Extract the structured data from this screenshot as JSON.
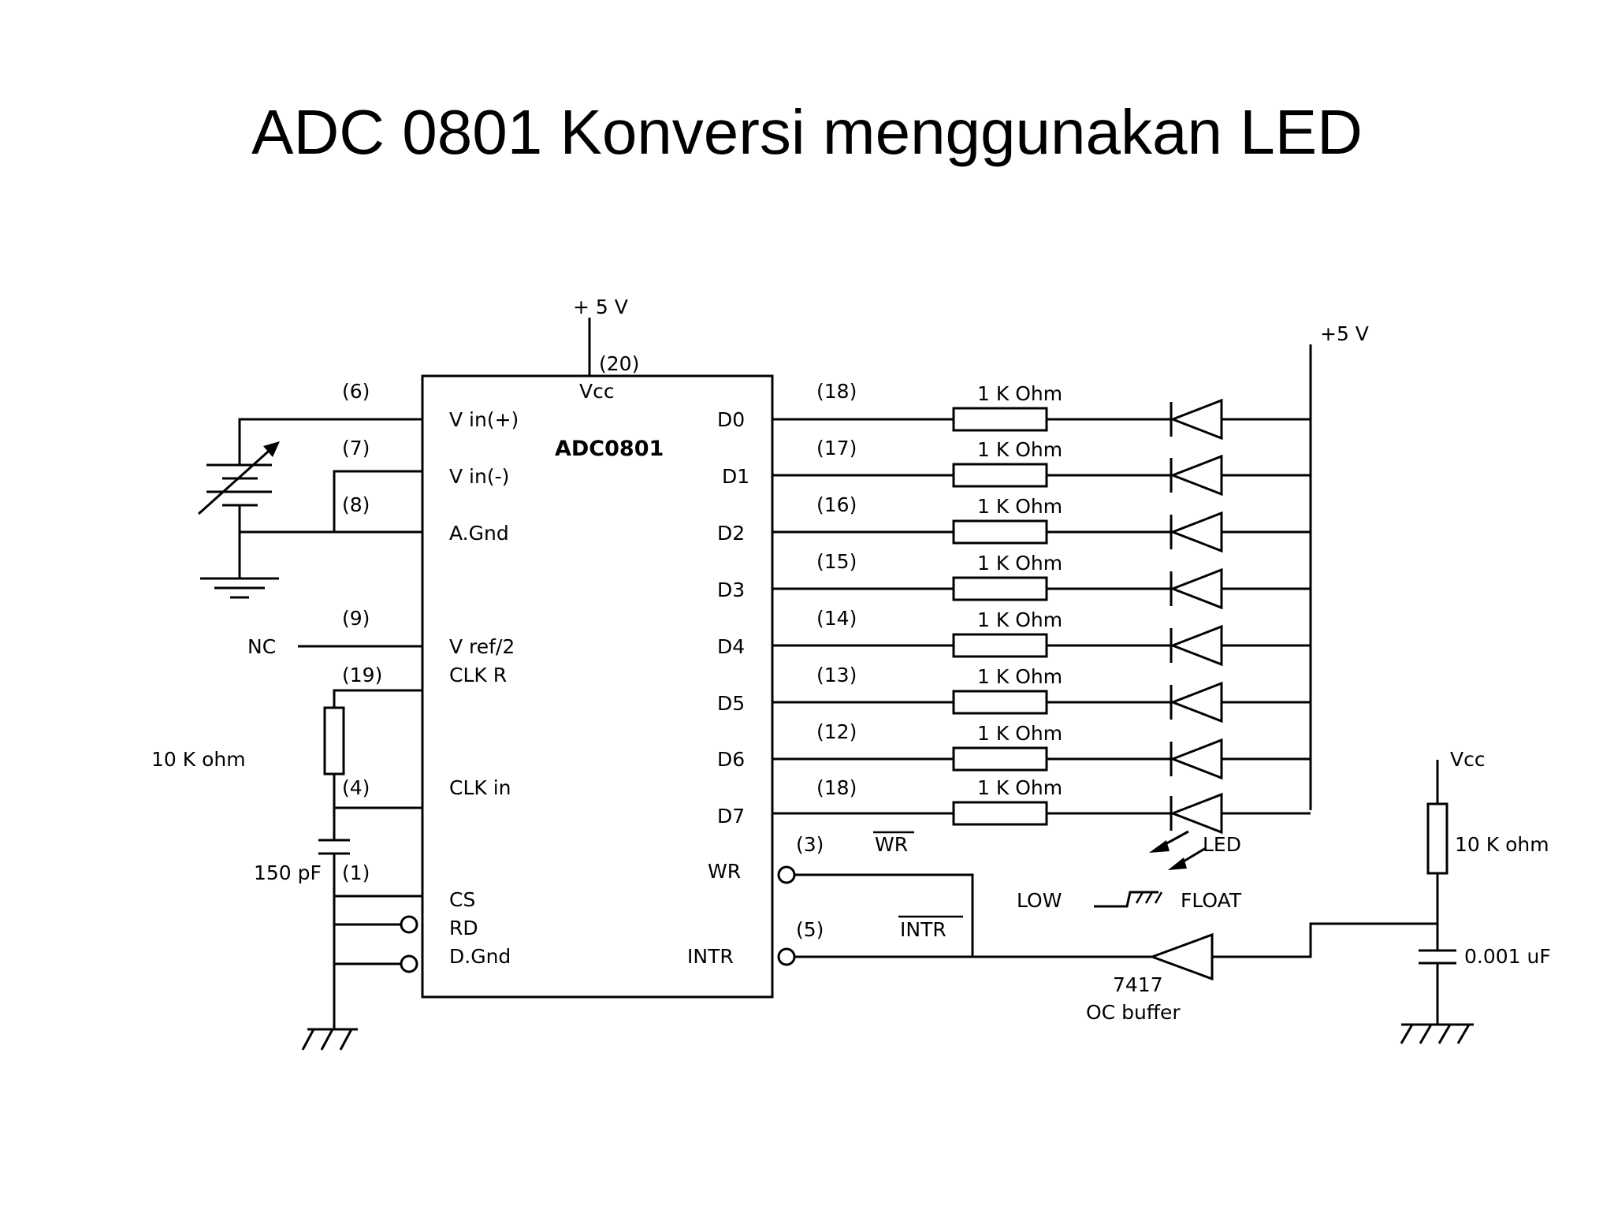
{
  "slide": {
    "title": "ADC 0801 Konversi menggunakan LED"
  },
  "chip": {
    "name": "ADC0801",
    "vcc_label": "Vcc",
    "vcc_pin": "(20)",
    "supply_label": "+ 5 V",
    "left_pins": [
      {
        "num": "(6)",
        "label": "V in(+)"
      },
      {
        "num": "(7)",
        "label": "V in(-)"
      },
      {
        "num": "(8)",
        "label": "A.Gnd"
      },
      {
        "num": "(9)",
        "label": "V ref/2"
      },
      {
        "num": "(19)",
        "label": "CLK R"
      },
      {
        "num": "(4)",
        "label": "CLK in"
      },
      {
        "num": "(1)",
        "label": "CS"
      },
      {
        "label": "RD"
      },
      {
        "label": "D.Gnd"
      }
    ],
    "right_pins": [
      {
        "label": "D0",
        "num": "(18)"
      },
      {
        "label": "D1",
        "num": "(17)"
      },
      {
        "label": "D2",
        "num": "(16)"
      },
      {
        "label": "D3",
        "num": "(15)"
      },
      {
        "label": "D4",
        "num": "(14)"
      },
      {
        "label": "D5",
        "num": "(13)"
      },
      {
        "label": "D6",
        "num": "(12)"
      },
      {
        "label": "D7",
        "num": "(18)"
      },
      {
        "label": "WR",
        "num": "(3)",
        "overbar": "WR"
      },
      {
        "label": "INTR",
        "num": "(5)",
        "overbar": "INTR"
      }
    ]
  },
  "components": {
    "nc_label": "NC",
    "clk_resistor": "10 K ohm",
    "clk_capacitor": "150 pF",
    "led_supply": "+5 V",
    "resistor_label": "1 K Ohm",
    "led_label": "LED",
    "low_label": "LOW",
    "float_label": "FLOAT",
    "buffer_part": "7417",
    "buffer_desc": "OC buffer",
    "pullup_vcc": "Vcc",
    "pullup_resistor": "10 K ohm",
    "pullup_capacitor": "0.001 uF"
  }
}
